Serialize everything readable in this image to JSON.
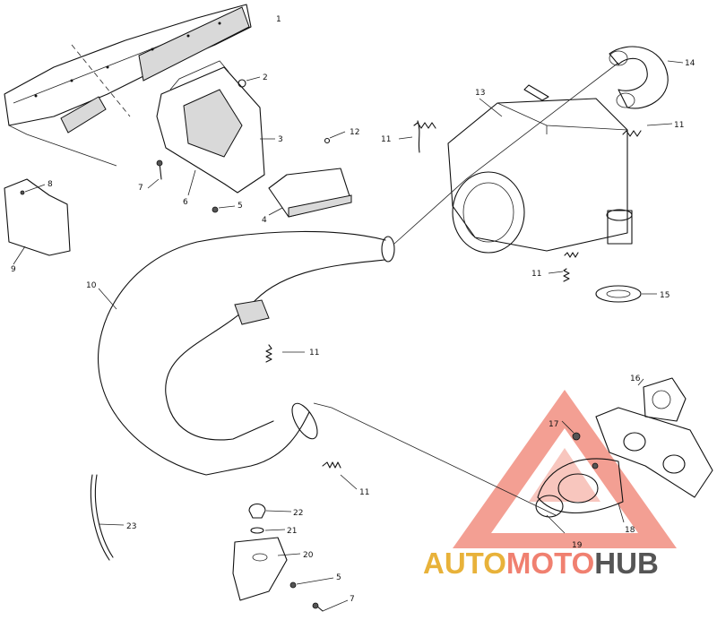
{
  "callouts": {
    "c1": "1",
    "c2": "2",
    "c3": "3",
    "c4": "4",
    "c5a": "5",
    "c5b": "5",
    "c6": "6",
    "c7a": "7",
    "c7b": "7",
    "c8": "8",
    "c9": "9",
    "c10": "10",
    "c11a": "11",
    "c11b": "11",
    "c11c": "11",
    "c11d": "11",
    "c11e": "11",
    "c12": "12",
    "c13": "13",
    "c14": "14",
    "c15": "15",
    "c16": "16",
    "c17": "17",
    "c18": "18",
    "c19": "19",
    "c20": "20",
    "c21": "21",
    "c22": "22",
    "c23": "23"
  },
  "watermark": {
    "auto": "AUTO",
    "moto": "MOTO",
    "hub": "HUB",
    "accent_color": "#f08070",
    "gold_color": "#e8b23a",
    "gray_color": "#555555"
  }
}
